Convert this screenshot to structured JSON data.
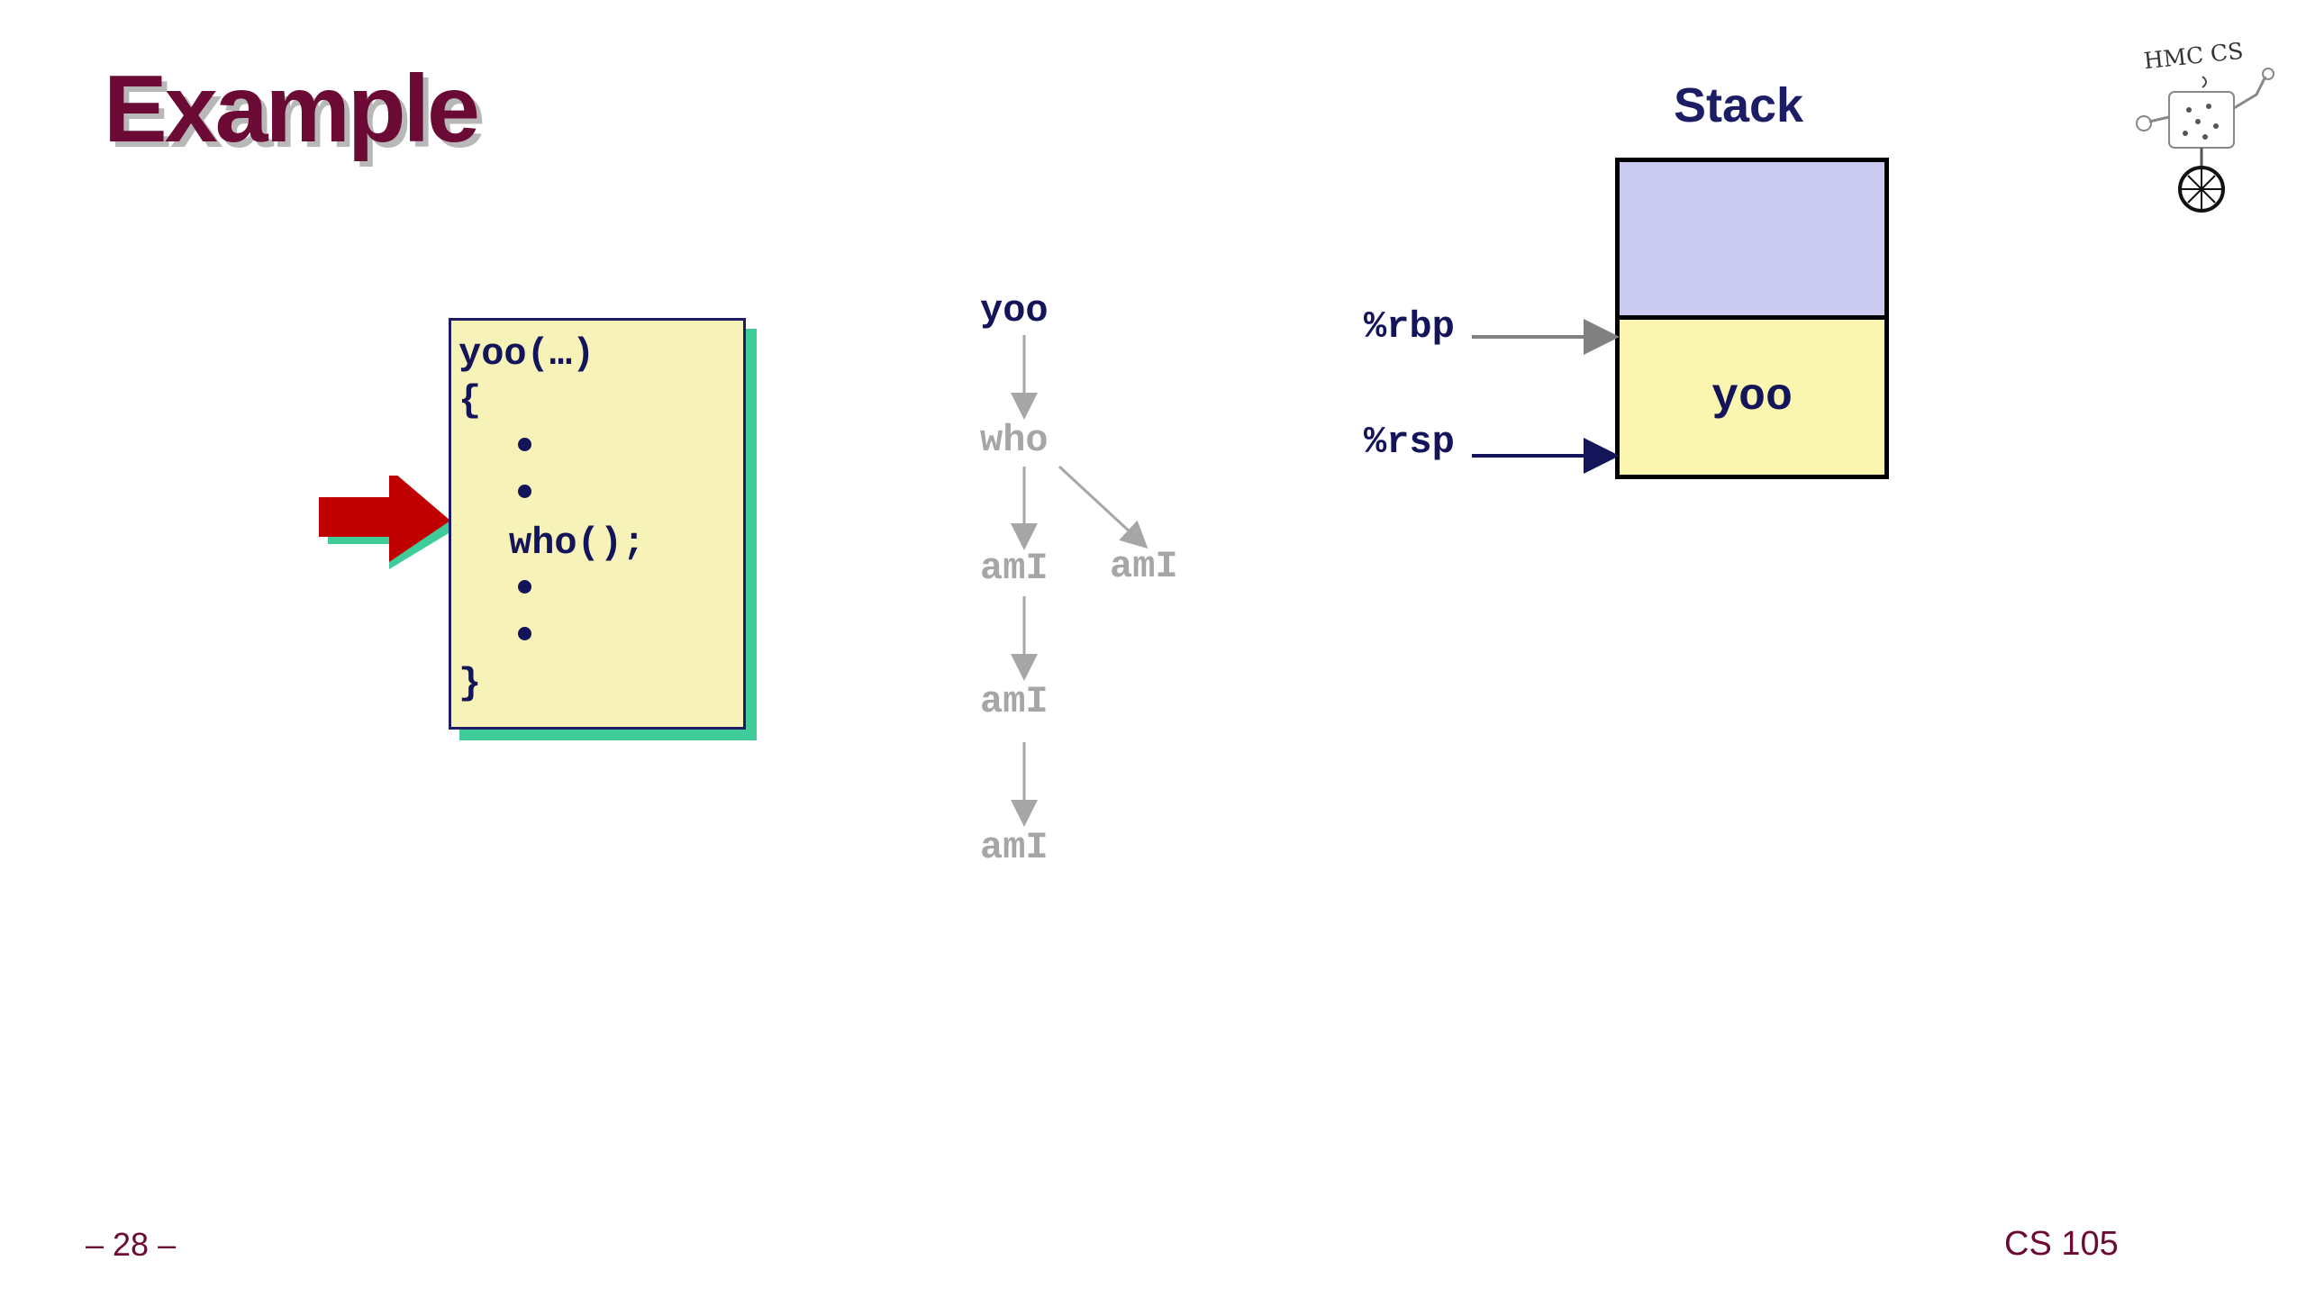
{
  "slide": {
    "title": "Example",
    "number": "– 28 –",
    "course": "CS 105"
  },
  "logo": {
    "text": "HMC CS"
  },
  "code": {
    "header": "yoo(…)",
    "open_brace": "{",
    "call": "who();",
    "close_brace": "}",
    "current_line": "who();"
  },
  "call_tree": {
    "root": "yoo",
    "child": "who",
    "grandchildren": [
      "amI",
      "amI"
    ],
    "chain": [
      "amI",
      "amI"
    ],
    "active_node": "yoo",
    "colors": {
      "active": "#14145a",
      "inactive": "#a6a6a6"
    }
  },
  "stack": {
    "title": "Stack",
    "frames": [
      {
        "label": "",
        "color": "#cbcbf2"
      },
      {
        "label": "yoo",
        "color": "#faf6b0"
      }
    ],
    "registers": [
      {
        "name": "%rbp",
        "color": "#14145a",
        "arrow_color": "#808080"
      },
      {
        "name": "%rsp",
        "color": "#14145a",
        "arrow_color": "#14145a"
      }
    ]
  },
  "colors": {
    "title": "#6b0a35",
    "pointer_arrow": "#c00000",
    "pointer_shadow": "#3fcc99",
    "code_box_fill": "#f6f2b8",
    "code_box_shadow": "#3fcc99"
  }
}
